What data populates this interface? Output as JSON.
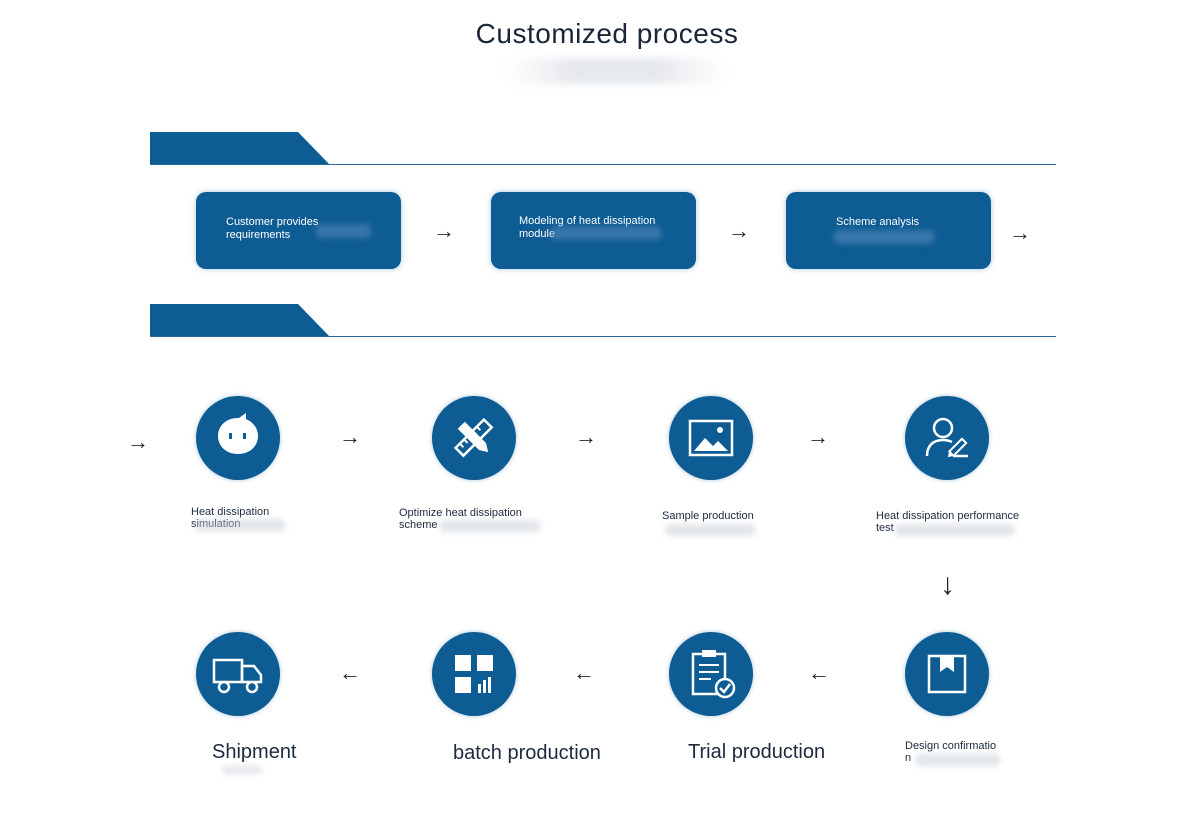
{
  "title": "Customized process",
  "colors": {
    "primary": "#0d5c93",
    "text": "#1a2535",
    "line": "#2e6b9a"
  },
  "stage1_steps": [
    {
      "label": "Customer provides requirements"
    },
    {
      "label": "Modeling of heat dissipation module"
    },
    {
      "label": "Scheme analysis"
    }
  ],
  "stage2_steps": [
    {
      "label": "Heat dissipation simulation",
      "icon": "chat-bubble-icon"
    },
    {
      "label": "Optimize heat dissipation scheme",
      "icon": "pencil-ruler-icon"
    },
    {
      "label": "Sample production",
      "icon": "image-icon"
    },
    {
      "label": "Heat dissipation performance test",
      "icon": "user-edit-icon"
    },
    {
      "label": "Design confirmation",
      "icon": "box-icon"
    },
    {
      "label": "Trial production",
      "icon": "clipboard-check-icon"
    },
    {
      "label": "batch production",
      "icon": "grid-chart-icon"
    },
    {
      "label": "Shipment",
      "icon": "truck-icon"
    }
  ],
  "arrows": {
    "right": "→",
    "left": "←",
    "down": "↓"
  }
}
